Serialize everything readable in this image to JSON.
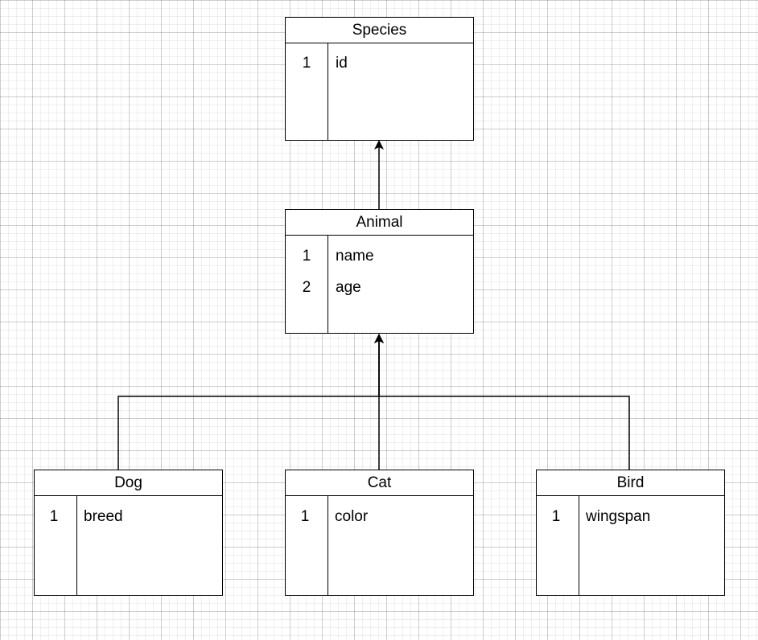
{
  "diagram": {
    "entities": [
      {
        "id": "species",
        "title": "Species",
        "fields": [
          {
            "key": "1",
            "name": "id"
          }
        ]
      },
      {
        "id": "animal",
        "title": "Animal",
        "fields": [
          {
            "key": "1",
            "name": "name"
          },
          {
            "key": "2",
            "name": "age"
          }
        ]
      },
      {
        "id": "dog",
        "title": "Dog",
        "fields": [
          {
            "key": "1",
            "name": "breed"
          }
        ]
      },
      {
        "id": "cat",
        "title": "Cat",
        "fields": [
          {
            "key": "1",
            "name": "color"
          }
        ]
      },
      {
        "id": "bird",
        "title": "Bird",
        "fields": [
          {
            "key": "1",
            "name": "wingspan"
          }
        ]
      }
    ],
    "relationships": [
      {
        "from": "animal",
        "to": "species",
        "type": "arrow"
      },
      {
        "from": "dog",
        "to": "animal",
        "type": "arrow"
      },
      {
        "from": "cat",
        "to": "animal",
        "type": "arrow"
      },
      {
        "from": "bird",
        "to": "animal",
        "type": "arrow"
      }
    ]
  }
}
